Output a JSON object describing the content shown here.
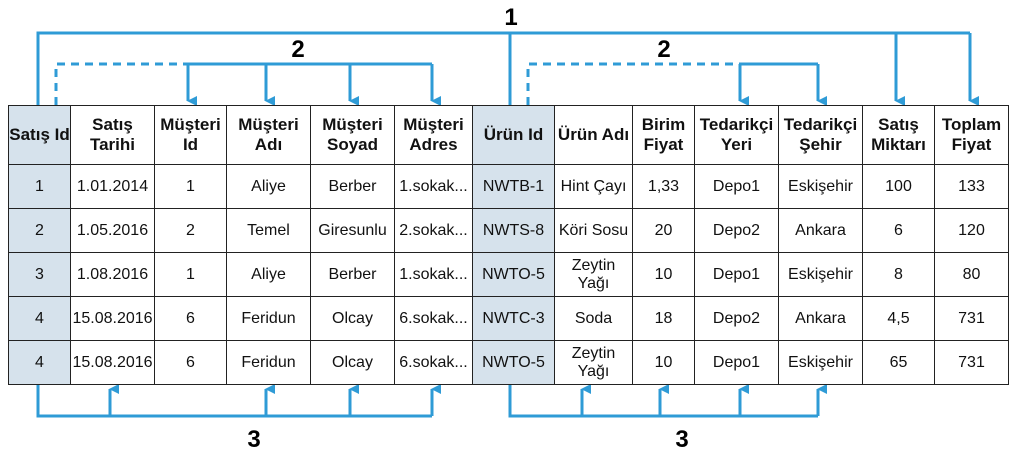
{
  "labels": {
    "top": "1",
    "left_group": "2",
    "right_group": "2",
    "bottom_left": "3",
    "bottom_right": "3"
  },
  "colors": {
    "arrow": "#2f9bd6",
    "key_fill": "#d6e2ec",
    "border": "#222222"
  },
  "table": {
    "headers": [
      "Satış Id",
      "Satış Tarihi",
      "Müşteri Id",
      "Müşteri Adı",
      "Müşteri Soyad",
      "Müşteri Adres",
      "Ürün Id",
      "Ürün Adı",
      "Birim Fiyat",
      "Tedarikçi Yeri",
      "Tedarikçi Şehir",
      "Satış Miktarı",
      "Toplam Fiyat"
    ],
    "rows": [
      [
        "1",
        "1.01.2014",
        "1",
        "Aliye",
        "Berber",
        "1.sokak...",
        "NWTB-1",
        "Hint Çayı",
        "1,33",
        "Depo1",
        "Eskişehir",
        "100",
        "133"
      ],
      [
        "2",
        "1.05.2016",
        "2",
        "Temel",
        "Giresunlu",
        "2.sokak...",
        "NWTS-8",
        "Köri Sosu",
        "20",
        "Depo2",
        "Ankara",
        "6",
        "120"
      ],
      [
        "3",
        "1.08.2016",
        "1",
        "Aliye",
        "Berber",
        "1.sokak...",
        "NWTO-5",
        "Zeytin Yağı",
        "10",
        "Depo1",
        "Eskişehir",
        "8",
        "80"
      ],
      [
        "4",
        "15.08.2016",
        "6",
        "Feridun",
        "Olcay",
        "6.sokak...",
        "NWTC-3",
        "Soda",
        "18",
        "Depo2",
        "Ankara",
        "4,5",
        "731"
      ],
      [
        "4",
        "15.08.2016",
        "6",
        "Feridun",
        "Olcay",
        "6.sokak...",
        "NWTO-5",
        "Zeytin Yağı",
        "10",
        "Depo1",
        "Eskişehir",
        "65",
        "731"
      ]
    ]
  }
}
